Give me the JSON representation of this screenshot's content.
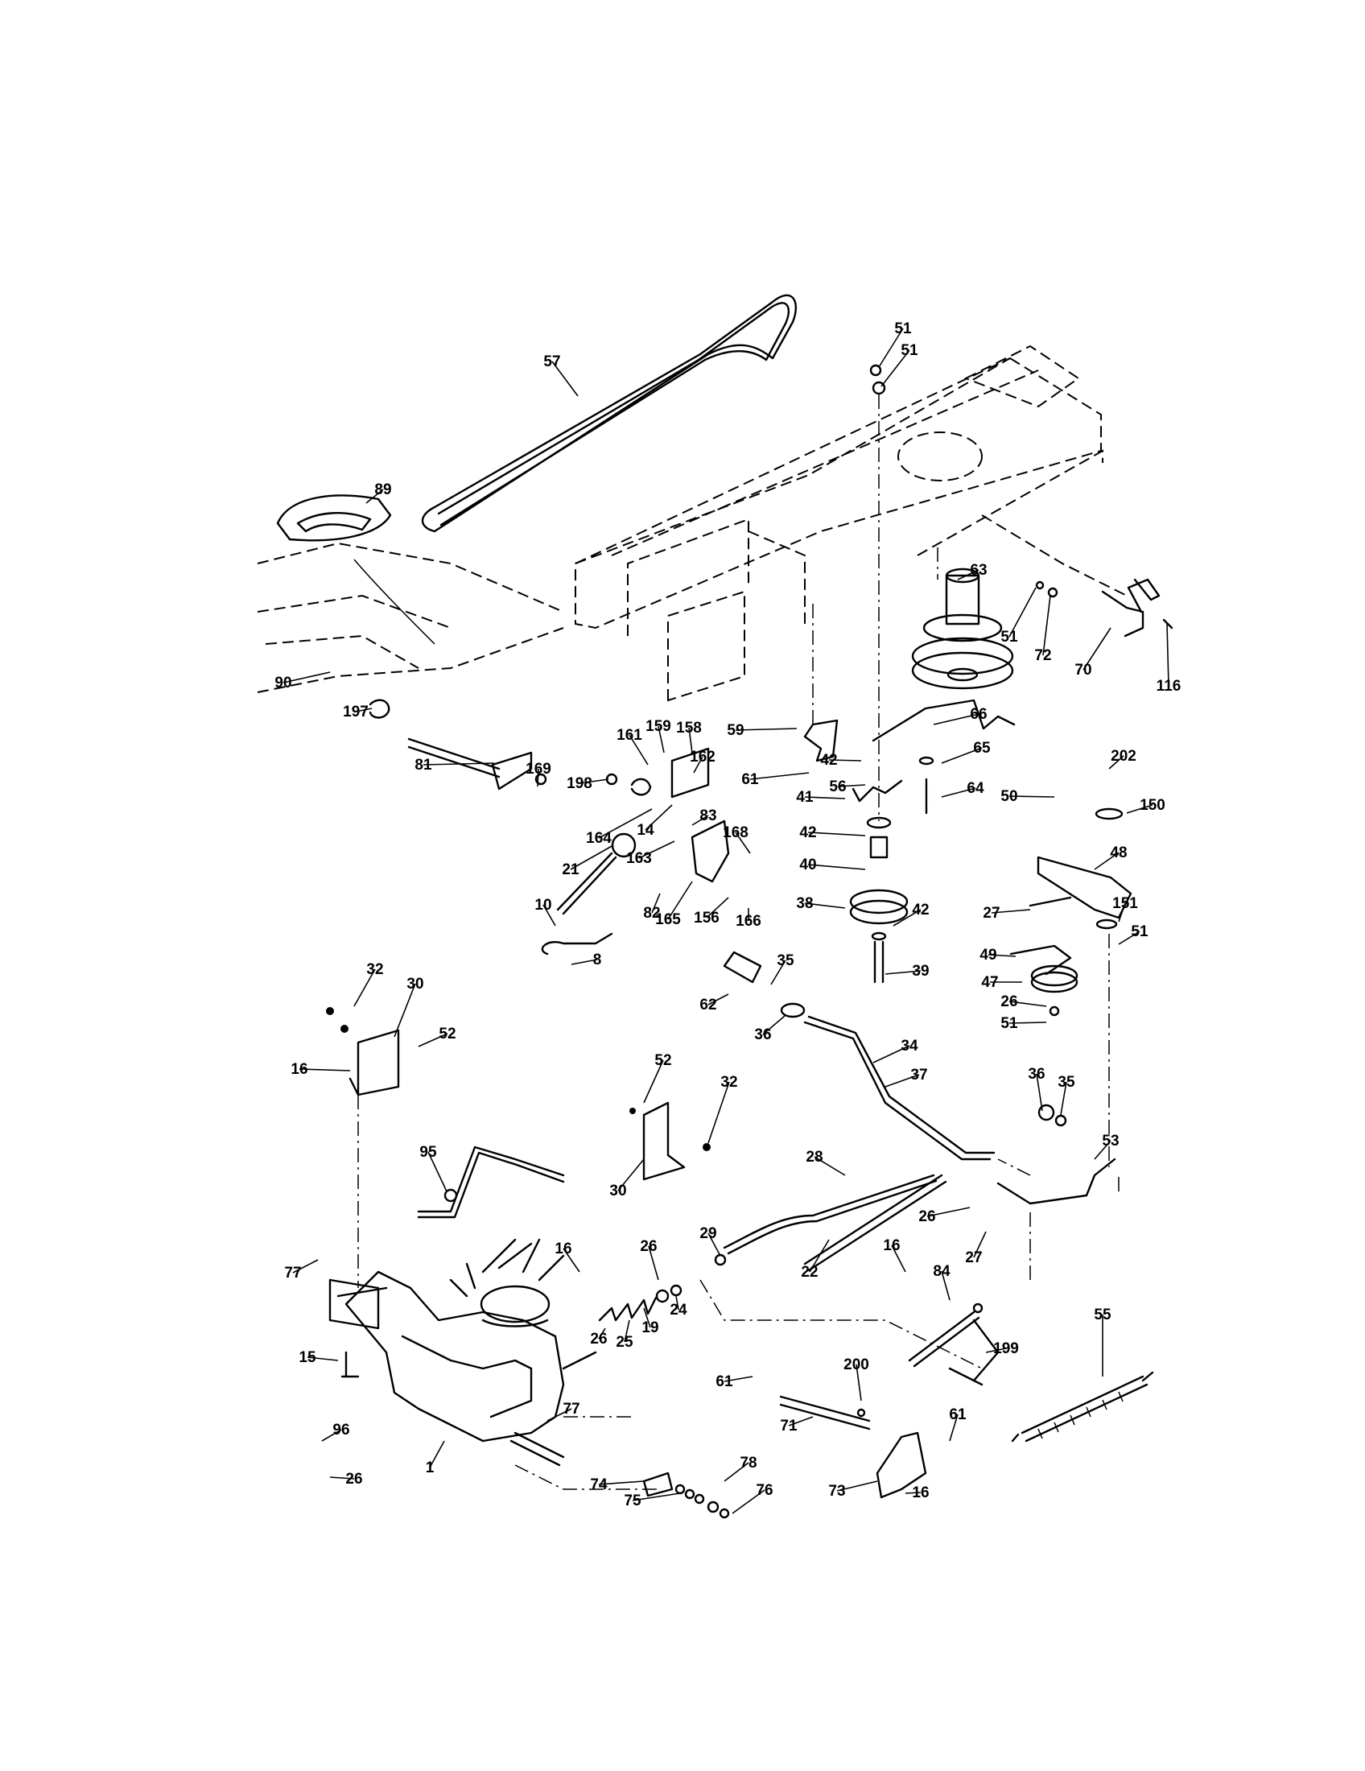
{
  "callouts": [
    {
      "id": "p57a",
      "text": "57"
    },
    {
      "id": "p89",
      "text": "89"
    },
    {
      "id": "p90",
      "text": "90"
    },
    {
      "id": "p51a",
      "text": "51"
    },
    {
      "id": "p51b",
      "text": "51"
    },
    {
      "id": "p63",
      "text": "63"
    },
    {
      "id": "p51c",
      "text": "51"
    },
    {
      "id": "p72",
      "text": "72"
    },
    {
      "id": "p70",
      "text": "70"
    },
    {
      "id": "p116",
      "text": "116"
    },
    {
      "id": "p197",
      "text": "197"
    },
    {
      "id": "p81",
      "text": "81"
    },
    {
      "id": "p169",
      "text": "169"
    },
    {
      "id": "p161",
      "text": "161"
    },
    {
      "id": "p159",
      "text": "159"
    },
    {
      "id": "p158",
      "text": "158"
    },
    {
      "id": "p198",
      "text": "198"
    },
    {
      "id": "p162",
      "text": "162"
    },
    {
      "id": "p164",
      "text": "164"
    },
    {
      "id": "p14",
      "text": "14"
    },
    {
      "id": "p83",
      "text": "83"
    },
    {
      "id": "p163",
      "text": "163"
    },
    {
      "id": "p21",
      "text": "21"
    },
    {
      "id": "p168",
      "text": "168"
    },
    {
      "id": "p82",
      "text": "82"
    },
    {
      "id": "p165",
      "text": "165"
    },
    {
      "id": "p156",
      "text": "156"
    },
    {
      "id": "p166",
      "text": "166"
    },
    {
      "id": "p10",
      "text": "10"
    },
    {
      "id": "p8",
      "text": "8"
    },
    {
      "id": "p59",
      "text": "59"
    },
    {
      "id": "p61a",
      "text": "61"
    },
    {
      "id": "p42a",
      "text": "42"
    },
    {
      "id": "p56",
      "text": "56"
    },
    {
      "id": "p66",
      "text": "66"
    },
    {
      "id": "p65",
      "text": "65"
    },
    {
      "id": "p64",
      "text": "64"
    },
    {
      "id": "p41",
      "text": "41"
    },
    {
      "id": "p42b",
      "text": "42"
    },
    {
      "id": "p40",
      "text": "40"
    },
    {
      "id": "p38",
      "text": "38"
    },
    {
      "id": "p42c",
      "text": "42"
    },
    {
      "id": "p39",
      "text": "39"
    },
    {
      "id": "p202",
      "text": "202"
    },
    {
      "id": "p50",
      "text": "50"
    },
    {
      "id": "p150",
      "text": "150"
    },
    {
      "id": "p48",
      "text": "48"
    },
    {
      "id": "p27a",
      "text": "27"
    },
    {
      "id": "p151",
      "text": "151"
    },
    {
      "id": "p51d",
      "text": "51"
    },
    {
      "id": "p49",
      "text": "49"
    },
    {
      "id": "p47",
      "text": "47"
    },
    {
      "id": "p26a",
      "text": "26"
    },
    {
      "id": "p51e",
      "text": "51"
    },
    {
      "id": "p32a",
      "text": "32"
    },
    {
      "id": "p30a",
      "text": "30"
    },
    {
      "id": "p52a",
      "text": "52"
    },
    {
      "id": "p16a",
      "text": "16"
    },
    {
      "id": "p62",
      "text": "62"
    },
    {
      "id": "p35a",
      "text": "35"
    },
    {
      "id": "p36a",
      "text": "36"
    },
    {
      "id": "p34",
      "text": "34"
    },
    {
      "id": "p37",
      "text": "37"
    },
    {
      "id": "p52b",
      "text": "52"
    },
    {
      "id": "p32b",
      "text": "32"
    },
    {
      "id": "p30b",
      "text": "30"
    },
    {
      "id": "p36b",
      "text": "36"
    },
    {
      "id": "p35b",
      "text": "35"
    },
    {
      "id": "p53",
      "text": "53"
    },
    {
      "id": "p95",
      "text": "95"
    },
    {
      "id": "p28",
      "text": "28"
    },
    {
      "id": "p26b",
      "text": "26"
    },
    {
      "id": "p27b",
      "text": "27"
    },
    {
      "id": "p29",
      "text": "29"
    },
    {
      "id": "p22",
      "text": "22"
    },
    {
      "id": "p77a",
      "text": "77"
    },
    {
      "id": "p16b",
      "text": "16"
    },
    {
      "id": "p26c",
      "text": "26"
    },
    {
      "id": "p19",
      "text": "19"
    },
    {
      "id": "p24",
      "text": "24"
    },
    {
      "id": "p26d",
      "text": "26"
    },
    {
      "id": "p25",
      "text": "25"
    },
    {
      "id": "p16c",
      "text": "16"
    },
    {
      "id": "p84",
      "text": "84"
    },
    {
      "id": "p199",
      "text": "199"
    },
    {
      "id": "p55",
      "text": "55"
    },
    {
      "id": "p15",
      "text": "15"
    },
    {
      "id": "p200",
      "text": "200"
    },
    {
      "id": "p61b",
      "text": "61"
    },
    {
      "id": "p71",
      "text": "71"
    },
    {
      "id": "p61c",
      "text": "61"
    },
    {
      "id": "p77b",
      "text": "77"
    },
    {
      "id": "p96",
      "text": "96"
    },
    {
      "id": "p26e",
      "text": "26"
    },
    {
      "id": "p1",
      "text": "1"
    },
    {
      "id": "p74",
      "text": "74"
    },
    {
      "id": "p78",
      "text": "78"
    },
    {
      "id": "p75",
      "text": "75"
    },
    {
      "id": "p76",
      "text": "76"
    },
    {
      "id": "p73",
      "text": "73"
    },
    {
      "id": "p16d",
      "text": "16"
    }
  ]
}
